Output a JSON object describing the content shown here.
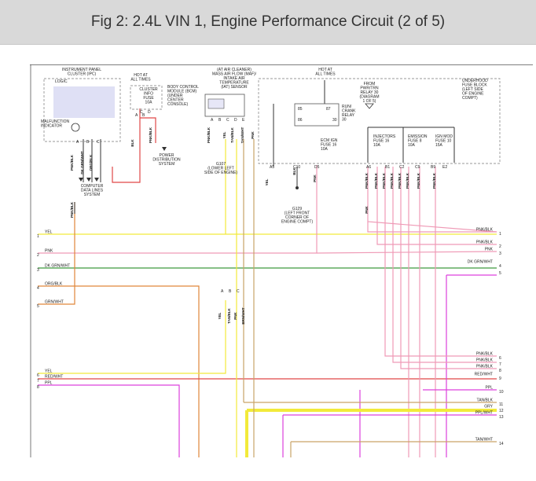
{
  "title": "Fig 2: 2.4L VIN 1, Engine Performance Circuit (2 of 5)",
  "colors": {
    "yellow": "#f2ea3a",
    "pink": "#ef9ab6",
    "green": "#3d9a3d",
    "orange": "#e0863a",
    "red": "#e04848",
    "magenta": "#dd40dd",
    "tan": "#c9a468",
    "gray": "#9a9a9a",
    "dark": "#333333",
    "black": "#333333"
  },
  "components": {
    "ipc": "INSTRUMENT PANEL\nCLUSTER (IPC)",
    "logic": "LOGIC",
    "mil": "MALFUNCTION\nINDICATOR",
    "hot_at_all_times_1": "HOT AT\nALL TIMES",
    "cluster_fuse": "CLUSTER\nINFO\nFUSE\n10A",
    "bcm": "BODY CONTROL\nMODULE (BCM)\n(UNDER\nCENTER\nCONSOLE)",
    "power_dist": "POWER\nDISTRIBUTION\nSYSTEM",
    "computer_data": "COMPUTER\nDATA LINES\nSYSTEM",
    "maf_sensor": "(AT AIR CLEANER)\nMASS AIR FLOW (MAF)/\nINTAKE AIR\nTEMPERATURE\n(IAT) SENSOR",
    "g107": "G107\n(LOWER LEFT\nSIDE OF ENGINE)",
    "hot_at_all_times_2": "HOT AT\nALL TIMES",
    "from_relay": "FROM\nPWR/TRN\nRELAY 30\n(DIAGRAM\n1 OF 5)",
    "underhood_fuse": "UNDERHOOD\nFUSE BLOCK\n(LEFT SIDE\nOF ENGINE\nCOMPT)",
    "run_crank_relay": "RUN/\nCRANK\nRELAY\n30",
    "ecm_ign_fuse": "ECM IGN\nFUSE 16\n10A",
    "injectors_fuse": "INJECTORS\nFUSE 16\n10A",
    "emission_fuse": "EMISSION\nFUSE 8\n10A",
    "ign_mod_fuse": "IGN MOD\nFUSE 10\n15A",
    "g129": "G129\n(LEFT FRONT\nCORNER OF\nENGINE COMPT)"
  },
  "left_wires": [
    {
      "num": "1",
      "label": "YEL"
    },
    {
      "num": "2",
      "label": "PNK"
    },
    {
      "num": "3",
      "label": "DK GRN/WHT"
    },
    {
      "num": "4",
      "label": "ORG/BLK"
    },
    {
      "num": "5",
      "label": "GRN/WHT"
    },
    {
      "num": "6",
      "label": "YEL"
    },
    {
      "num": "7",
      "label": "RED/WHT"
    },
    {
      "num": "8",
      "label": "PPL"
    }
  ],
  "right_wires": [
    {
      "num": "1",
      "label": "PNK/BLK"
    },
    {
      "num": "2",
      "label": "PNK/BLK"
    },
    {
      "num": "3",
      "label": "PNK"
    },
    {
      "num": "4",
      "label": "DK GRN/WHT"
    },
    {
      "num": "5",
      "label": ""
    },
    {
      "num": "6",
      "label": "PNK/BLK"
    },
    {
      "num": "7",
      "label": "PNK/BLK"
    },
    {
      "num": "8",
      "label": "PNK/BLK"
    },
    {
      "num": "9",
      "label": "RED/WHT"
    },
    {
      "num": "10",
      "label": "PPL"
    },
    {
      "num": "11",
      "label": "TAN/BLK"
    },
    {
      "num": "12",
      "label": "GRY"
    },
    {
      "num": "13",
      "label": "PPL/WHT"
    },
    {
      "num": "14",
      "label": "TAN/WHT"
    }
  ],
  "vertical_labels": {
    "pnk_blk": "PNK/BLK",
    "yel": "YEL",
    "pnk": "PNK",
    "tan_blk": "TAN/BLK",
    "tan_wht": "TAN/WHT",
    "brn_wht": "BRN/WHT",
    "dk_grn_wht": "DK GRN/WHT",
    "org_blk": "ORG/BLK",
    "blk": "BLK",
    "pnk_short": "PNK/BLK"
  },
  "pins": {
    "ipc_a": "A",
    "ipc_b": "B",
    "ipc_c": "C",
    "fuse_a": "A",
    "fuse_b": "B",
    "bcm_c": "C",
    "bcm_d": "D",
    "maf_a": "A",
    "maf_b": "B",
    "maf_c": "C",
    "maf_d": "D",
    "maf_e": "E",
    "relay_85": "85",
    "relay_86": "86",
    "relay_87": "87",
    "relay_30": "30",
    "uh_a": "A5",
    "uh_b": "C10",
    "uh_c": "D5",
    "uh_d": "A6",
    "uh_e": "B1",
    "uh_f": "C2",
    "uh_g": "C9",
    "uh_h": "B9",
    "uh_i": "E2",
    "conn_a": "A",
    "conn_b": "B",
    "conn_c": "C"
  }
}
